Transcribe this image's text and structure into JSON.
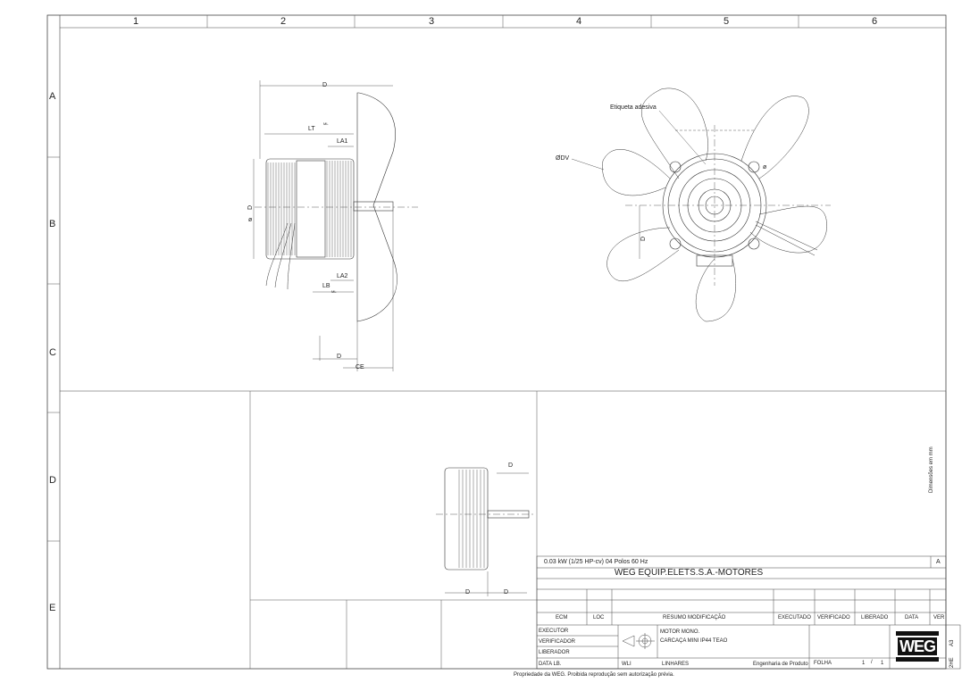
{
  "frame": {
    "columns": [
      "1",
      "2",
      "3",
      "4",
      "5",
      "6"
    ],
    "rows": [
      "A",
      "B",
      "C",
      "D",
      "E"
    ]
  },
  "drawing": {
    "side_view_labels": {
      "d_top": "D",
      "lt": "LT",
      "lt_sub": "ML",
      "la1": "LA1",
      "d_left": "D",
      "phi_left": "ø",
      "la2": "LA2",
      "lb": "LB",
      "lb_sub": "ML",
      "d_bottom": "D",
      "ce": "CE"
    },
    "front_view_labels": {
      "label_note": "Etiqueta adesiva",
      "odv": "ØDV",
      "d_front": "D",
      "phi_front": "ø"
    },
    "small_view_labels": {
      "d_top": "D",
      "d_bottom_left": "D",
      "d_bottom_right": "D"
    },
    "vertical_note": "Dimensões em mm"
  },
  "title_block": {
    "spec": "0.03 kW (1/25 HP-cv)   04 Polos   60 Hz",
    "revision_letter": "A",
    "company": "WEG EQUIP.ELETS.S.A.-MOTORES",
    "headers": {
      "ecm": "ECM",
      "loc": "LOC",
      "summary": "RESUMO MODIFICAÇÃO",
      "executed": "EXECUTADO",
      "verified": "VERIFICADO",
      "released": "LIBERADO",
      "date": "DATA",
      "ver": "VER"
    },
    "roles": [
      "EXECUTOR",
      "VERIFICADOR",
      "LIBERADOR",
      "DATA LB."
    ],
    "description_line1": "MOTOR MONO.",
    "description_line2": "CARCAÇA MINI IP44 TEAO",
    "wli": "WLI",
    "linhares": "LINHARES",
    "engineering": "Engenharia de Produto",
    "sheet_label": "FOLHA",
    "sheet_number": "1",
    "sheet_sep": "/",
    "sheet_total": "1",
    "logo_text": "WEG",
    "format": "A3",
    "side_code": "2HE"
  },
  "footer": "Propriedade da WEG. Proibida reprodução sem autorização prévia."
}
